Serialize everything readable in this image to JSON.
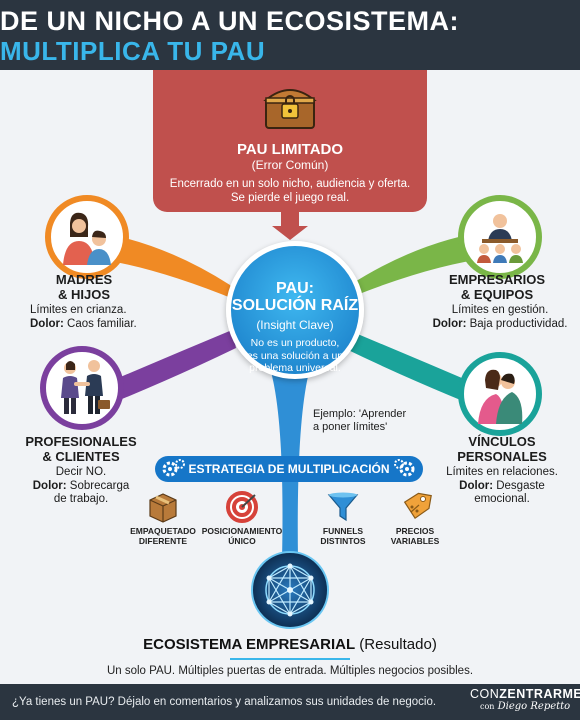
{
  "header": {
    "line1": "DE UN NICHO A UN ECOSISTEMA:",
    "line2": "MULTIPLICA TU PAU"
  },
  "limited": {
    "title": "PAU LIMITADO",
    "subtitle": "(Error Común)",
    "desc1": "Encerrado en un solo nicho, audiencia y oferta.",
    "desc2": "Se pierde el juego real."
  },
  "center": {
    "title1": "PAU:",
    "title2": "SOLUCIÓN RAÍZ",
    "subtitle": "(Insight Clave)",
    "desc1": "No es un producto,",
    "desc2": "es una solución a un",
    "desc3": "problema universal."
  },
  "branches": {
    "madres": {
      "title1": "MADRES",
      "title2": "& HIJOS",
      "line1": "Límites en crianza.",
      "dolor": "Dolor:",
      "line2": " Caos familiar."
    },
    "empresarios": {
      "title1": "EMPRESARIOS",
      "title2": "& EQUIPOS",
      "line1": "Límites en gestión.",
      "dolor": "Dolor:",
      "line2": " Baja productividad."
    },
    "profesionales": {
      "title1": "PROFESIONALES",
      "title2": "& CLIENTES",
      "line1": "Decir NO.",
      "dolor": "Dolor:",
      "line2": " Sobrecarga",
      "line3": "de trabajo."
    },
    "vinculos": {
      "title1": "VÍNCULOS",
      "title2": "PERSONALES",
      "line1": "Límites en relaciones.",
      "dolor": "Dolor:",
      "line2": " Desgaste",
      "line3": "emocional."
    }
  },
  "example": {
    "line1": "Ejemplo: 'Aprender",
    "line2": "a poner límites'"
  },
  "strategy": {
    "label": "ESTRATEGIA DE MULTIPLICACIÓN",
    "items": [
      {
        "l1": "EMPAQUETADO",
        "l2": "DIFERENTE",
        "icon": "box-icon"
      },
      {
        "l1": "POSICIONAMIENTO",
        "l2": "ÚNICO",
        "icon": "target-icon"
      },
      {
        "l1": "FUNNELS",
        "l2": "DISTINTOS",
        "icon": "funnel-icon"
      },
      {
        "l1": "PRECIOS",
        "l2": "VARIABLES",
        "icon": "price-tag-icon"
      }
    ]
  },
  "ecosystem": {
    "title": "ECOSISTEMA EMPRESARIAL",
    "result": " (Resultado)",
    "desc": "Un solo PAU. Múltiples puertas de entrada. Múltiples negocios posibles."
  },
  "footer": {
    "cta": "¿Ya tienes un PAU? Déjalo en comentarios y analizamos sus unidades de negocio.",
    "brand_con": "CON",
    "brand_main": "ZENTRARME",
    "brand_with": "con",
    "brand_name": "Diego Repetto"
  },
  "colors": {
    "header_bg": "#2b3540",
    "accent_blue": "#39b6ea",
    "limited_red": "#c0504d",
    "orange": "#f08a24",
    "green": "#7ab648",
    "purple": "#7b3f9e",
    "teal": "#1aa39a"
  }
}
